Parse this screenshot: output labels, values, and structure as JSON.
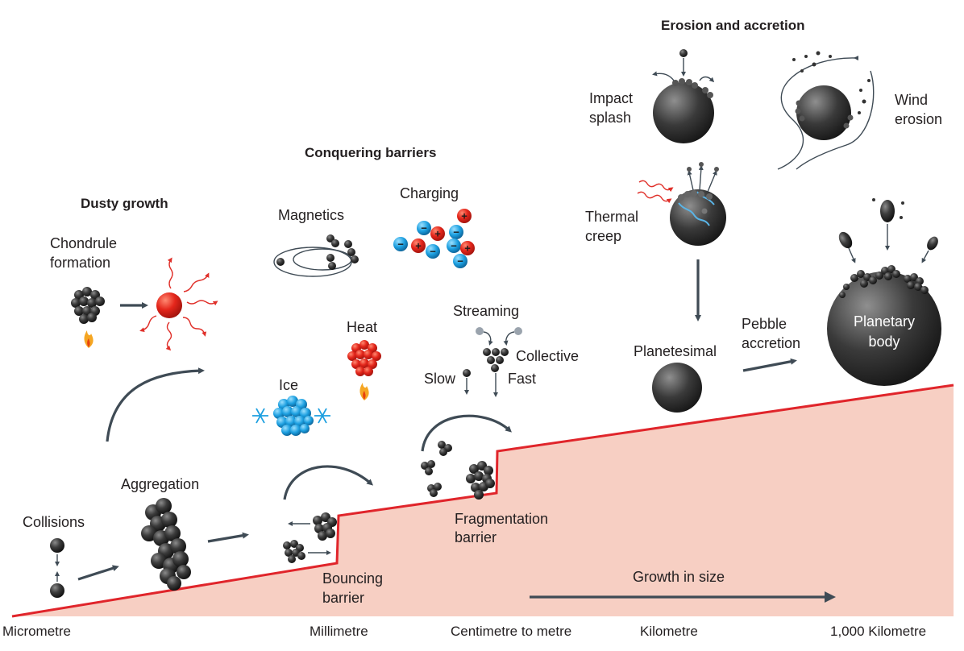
{
  "headings": {
    "dusty_growth": "Dusty growth",
    "conquering_barriers": "Conquering barriers",
    "erosion_accretion": "Erosion and accretion"
  },
  "labels": {
    "collisions": "Collisions",
    "aggregation": "Aggregation",
    "chondrule_1": "Chondrule",
    "chondrule_2": "formation",
    "bouncing_1": "Bouncing",
    "bouncing_2": "barrier",
    "magnetics": "Magnetics",
    "charging": "Charging",
    "ice": "Ice",
    "heat": "Heat",
    "streaming": "Streaming",
    "collective": "Collective",
    "slow": "Slow",
    "fast": "Fast",
    "fragmentation_1": "Fragmentation",
    "fragmentation_2": "barrier",
    "impact_1": "Impact",
    "impact_2": "splash",
    "wind_1": "Wind",
    "wind_2": "erosion",
    "thermal_1": "Thermal",
    "thermal_2": "creep",
    "planetesimal": "Planetesimal",
    "pebble_1": "Pebble",
    "pebble_2": "accretion",
    "planetary_1": "Planetary",
    "planetary_2": "body",
    "growth": "Growth in size"
  },
  "charges": {
    "minus": "−",
    "plus": "+"
  },
  "scale_axis": [
    "Micrometre",
    "Millimetre",
    "Centimetre to metre",
    "Kilometre",
    "1,000 Kilometre"
  ],
  "colors": {
    "ground_fill": "#f7cfc3",
    "ground_line": "#e0252b",
    "arrow": "#3f4b55",
    "particle_dark": "#2f2f2f",
    "ice_blue": "#1c9fe0",
    "heat_red": "#e0302a"
  }
}
